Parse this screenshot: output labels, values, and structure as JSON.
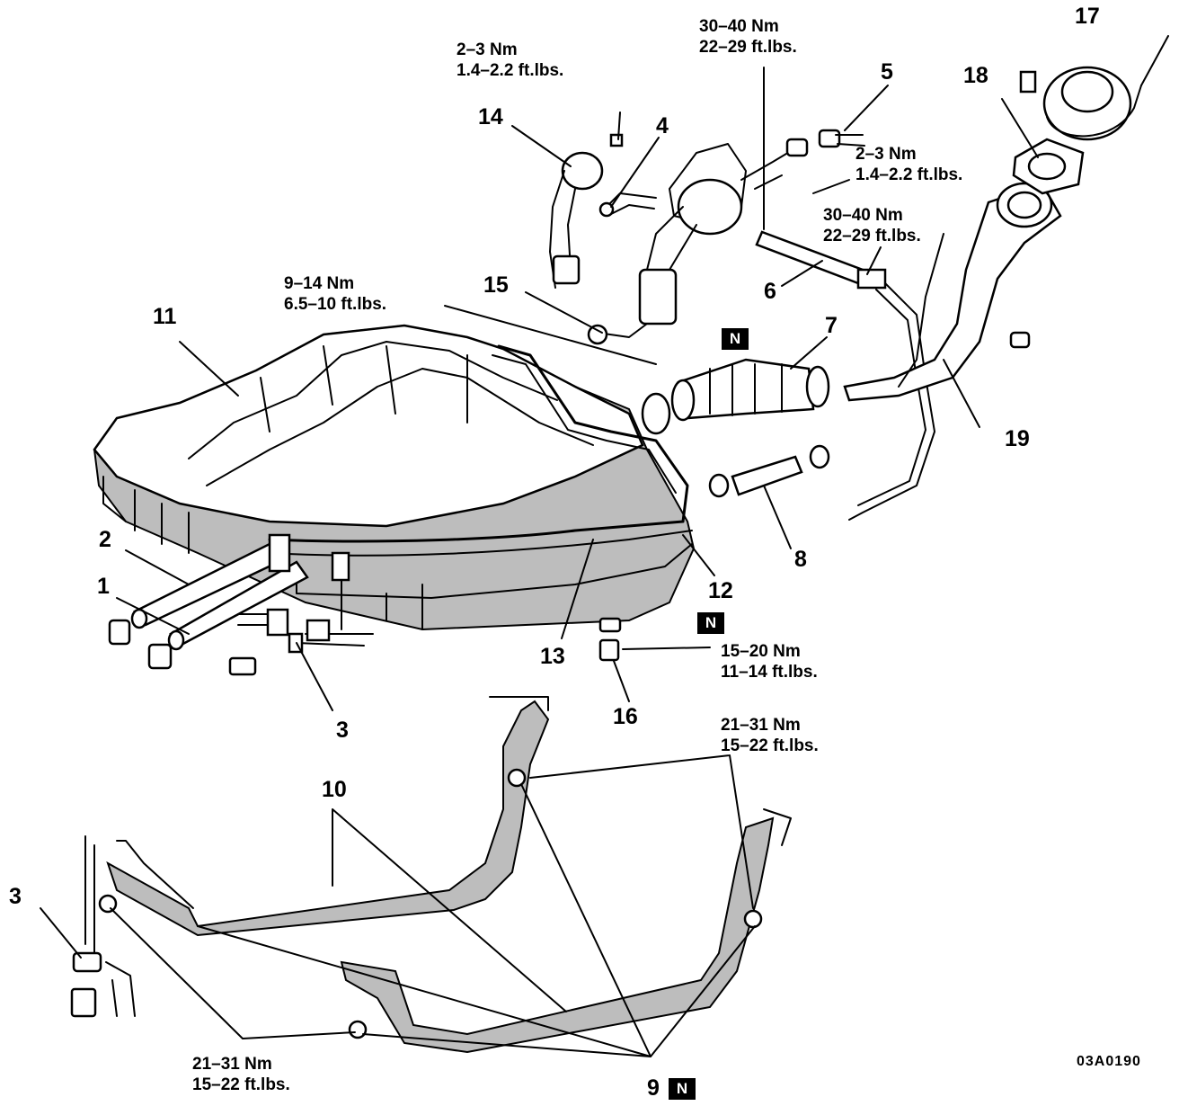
{
  "diagram": {
    "drawing_code": "03A0190",
    "new_part_marker": "N",
    "callouts": [
      {
        "id": "1",
        "label": "1"
      },
      {
        "id": "2",
        "label": "2"
      },
      {
        "id": "3a",
        "label": "3"
      },
      {
        "id": "3b",
        "label": "3"
      },
      {
        "id": "4",
        "label": "4"
      },
      {
        "id": "5",
        "label": "5"
      },
      {
        "id": "6",
        "label": "6"
      },
      {
        "id": "7",
        "label": "7"
      },
      {
        "id": "8",
        "label": "8"
      },
      {
        "id": "9",
        "label": "9"
      },
      {
        "id": "10",
        "label": "10"
      },
      {
        "id": "11",
        "label": "11"
      },
      {
        "id": "12",
        "label": "12"
      },
      {
        "id": "13",
        "label": "13"
      },
      {
        "id": "14",
        "label": "14"
      },
      {
        "id": "15",
        "label": "15"
      },
      {
        "id": "16",
        "label": "16"
      },
      {
        "id": "17",
        "label": "17"
      },
      {
        "id": "18",
        "label": "18"
      },
      {
        "id": "19",
        "label": "19"
      }
    ],
    "torque_specs": [
      {
        "id": "t-14",
        "metric": "2–3 Nm",
        "imperial": "1.4–2.2 ft.lbs."
      },
      {
        "id": "t-5",
        "metric": "30–40 Nm",
        "imperial": "22–29 ft.lbs."
      },
      {
        "id": "t-bolt",
        "metric": "2–3 Nm",
        "imperial": "1.4–2.2 ft.lbs."
      },
      {
        "id": "t-6",
        "metric": "30–40 Nm",
        "imperial": "22–29 ft.lbs."
      },
      {
        "id": "t-15",
        "metric": "9–14 Nm",
        "imperial": "6.5–10 ft.lbs."
      },
      {
        "id": "t-16",
        "metric": "15–20 Nm",
        "imperial": "11–14 ft.lbs."
      },
      {
        "id": "t-9-right",
        "metric": "21–31 Nm",
        "imperial": "15–22 ft.lbs."
      },
      {
        "id": "t-9-left",
        "metric": "21–31 Nm",
        "imperial": "15–22 ft.lbs."
      }
    ]
  }
}
